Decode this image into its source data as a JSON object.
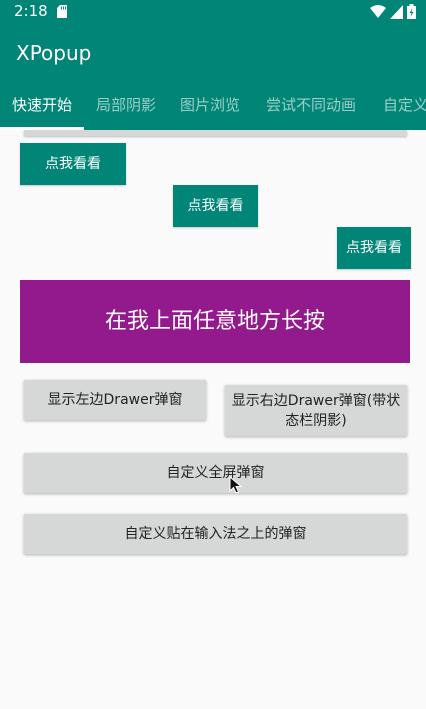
{
  "status_bar": {
    "time": "2:18",
    "icons": [
      "sd-card-icon",
      "wifi-icon",
      "signal-icon",
      "battery-icon"
    ]
  },
  "app_bar": {
    "title": "XPopup"
  },
  "tabs": [
    {
      "label": "快速开始",
      "active": true
    },
    {
      "label": "局部阴影",
      "active": false
    },
    {
      "label": "图片浏览",
      "active": false
    },
    {
      "label": "尝试不同动画",
      "active": false
    },
    {
      "label": "自定义",
      "active": false
    }
  ],
  "buttons": {
    "show_left": "点我看看",
    "show_center": "点我看看",
    "show_right": "点我看看",
    "long_press_area": "在我上面任意地方长按",
    "left_drawer": "显示左边Drawer弹窗",
    "right_drawer": "显示右边Drawer弹窗(带状态栏阴影)",
    "fullscreen": "自定义全屏弹窗",
    "above_ime": "自定义贴在输入法之上的弹窗"
  },
  "colors": {
    "primary": "#008577",
    "purple": "#931a8c",
    "button_gray": "#d6d7d7",
    "background": "#fafafa"
  }
}
